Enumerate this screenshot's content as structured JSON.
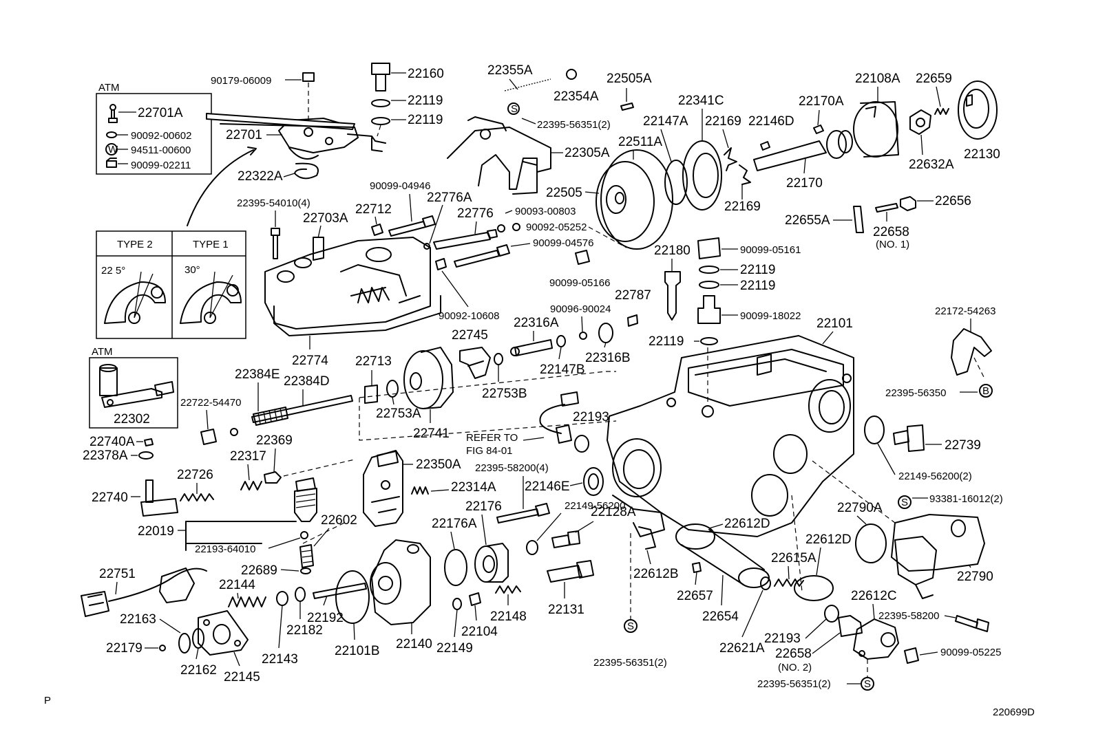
{
  "callouts": {
    "p22160": "22160",
    "p22119a": "22119",
    "p22119b": "22119",
    "p90179": "90179-06009",
    "p22701": "22701",
    "p22322A": "22322A",
    "p22701A": "22701A",
    "p9009200602": "90092-00602",
    "p9451100600": "94511-00600",
    "p9009902211": "90099-02211",
    "p22355A": "22355A",
    "p22354A": "22354A",
    "p22505A": "22505A",
    "p2239556351a": "22395-56351(2)",
    "p22305A": "22305A",
    "p22511A": "22511A",
    "p22341C": "22341C",
    "p22147A": "22147A",
    "p22169a": "22169",
    "p22169b": "22169",
    "p22146D": "22146D",
    "p22170A": "22170A",
    "p22170": "22170",
    "p22108A": "22108A",
    "p22659": "22659",
    "p22632A": "22632A",
    "p22130": "22130",
    "p22505": "22505",
    "p9009904946": "90099-04946",
    "p22776A": "22776A",
    "p22776": "22776",
    "p22712": "22712",
    "p9009300803": "90093-00803",
    "p9009205252": "90092-05252",
    "p9009904576": "90099-04576",
    "p9009905166": "90099-05166",
    "p2239554010": "22395-54010(4)",
    "p22703A": "22703A",
    "type2": "TYPE 2",
    "type1": "TYPE 1",
    "angle2": "22 5°",
    "angle1": "30°",
    "atm1": "ATM",
    "atm2": "ATM",
    "p22655A": "22655A",
    "p22658a": "22658",
    "no1": "(NO. 1)",
    "p22656": "22656",
    "p22180": "22180",
    "p9009905161": "90099-05161",
    "p22119c": "22119",
    "p22119d": "22119",
    "p9009918022": "90099-18022",
    "p22119e": "22119",
    "p22101": "22101",
    "p2217254263": "22172-54263",
    "p2239556350": "22395-56350",
    "p9009210608": "90092-10608",
    "p22316A": "22316A",
    "p9009690024": "90096-90024",
    "p22787": "22787",
    "p22745": "22745",
    "p22316B": "22316B",
    "p22147B": "22147B",
    "p22753B": "22753B",
    "p22774": "22774",
    "p22713": "22713",
    "p22384E": "22384E",
    "p22384D": "22384D",
    "p2272254470": "22722-54470",
    "p22753A": "22753A",
    "p22741": "22741",
    "p22302": "22302",
    "p22193a": "22193",
    "refer1": "REFER TO",
    "refer2": "FIG 84-01",
    "p22739": "22739",
    "p22740A": "22740A",
    "p22378A": "22378A",
    "p22369": "22369",
    "p22317": "22317",
    "p22726": "22726",
    "p22740": "22740",
    "p22350A": "22350A",
    "p2239558200a": "22395-58200(4)",
    "p22314A": "22314A",
    "p22146E": "22146E",
    "p2214956200a": "22149-56200(2)",
    "p9338116012": "93381-16012(2)",
    "p22019": "22019",
    "p22602": "22602",
    "p2219364010": "22193-64010",
    "p22176": "22176",
    "p2214956200b": "22149-56200",
    "p22128A": "22128A",
    "p22612Da": "22612D",
    "p22790A": "22790A",
    "p22176A": "22176A",
    "p22612Db": "22612D",
    "p22751": "22751",
    "p22689": "22689",
    "p22144": "22144",
    "p22615A": "22615A",
    "p22790": "22790",
    "p22612B": "22612B",
    "p22131": "22131",
    "p22657": "22657",
    "p22612C": "22612C",
    "p22163": "22163",
    "p22192": "22192",
    "p22148": "22148",
    "p22654": "22654",
    "p2239558200b": "22395-58200",
    "p22182": "22182",
    "p22104": "22104",
    "p22193b": "22193",
    "p22179": "22179",
    "p22101B": "22101B",
    "p22140": "22140",
    "p22149": "22149",
    "p22621A": "22621A",
    "p22658b": "22658",
    "no2": "(NO. 2)",
    "p9009905225": "90099-05225",
    "p22143": "22143",
    "p22162": "22162",
    "p22145": "22145",
    "p2239556351b": "22395-56351(2)",
    "p2239556351c": "22395-56351(2)",
    "markerS": "S",
    "markerW": "W",
    "markerB": "B"
  },
  "corner_left": "P",
  "corner_right": "220699D"
}
